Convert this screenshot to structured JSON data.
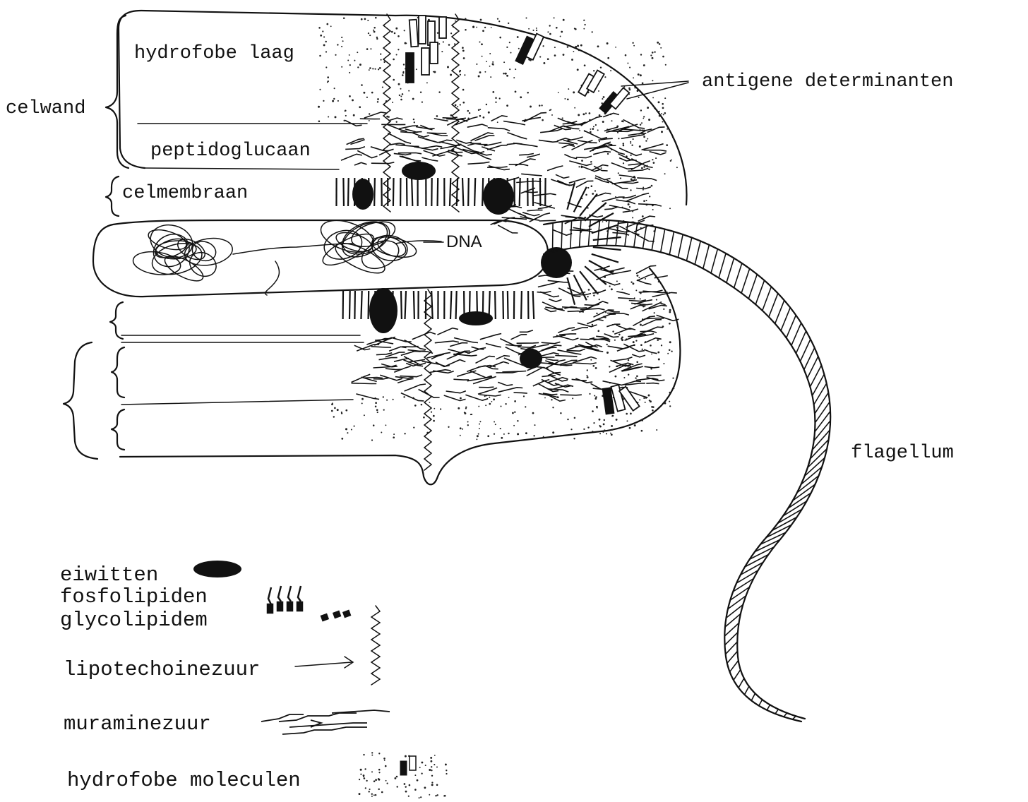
{
  "labels": {
    "celwand": "celwand",
    "hydrofobe_laag": "hydrofobe laag",
    "peptidoglucaan": "peptidoglucaan",
    "celmembraan": "celmembraan",
    "dna": "DNA",
    "antigene_determinanten": "antigene determinanten",
    "flagellum": "flagellum"
  },
  "legend": {
    "eiwitten": "eiwitten",
    "fosfolipiden": "fosfolipiden",
    "glycolipiden": "glycolipidem",
    "lipotechoinezuur": "lipotechoinezuur",
    "muraminezuur": "muraminezuur",
    "hydrofobe_moleculen": "hydrofobe moleculen"
  }
}
